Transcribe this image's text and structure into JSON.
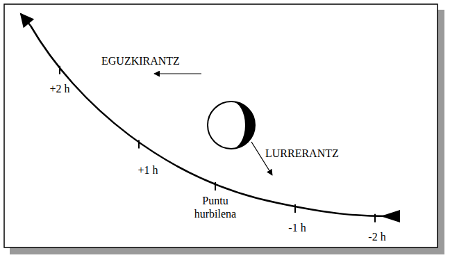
{
  "diagram": {
    "labels": [
      "+2 h",
      "EGUZKIRANTZ",
      "+1 h",
      "LURRERANTZ",
      "Puntu hurbilena",
      "-1 h",
      "-2 h"
    ]
  }
}
